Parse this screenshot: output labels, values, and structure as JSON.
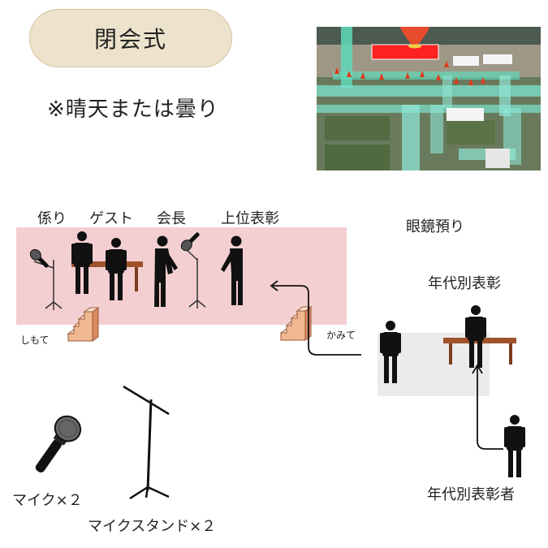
{
  "title": "閉会式",
  "weather_note": "※晴天または曇り",
  "roles": {
    "staff": "係り",
    "guest": "ゲスト",
    "chairman": "会長",
    "top_award": "上位表彰",
    "glasses_check": "眼鏡預り",
    "age_award": "年代別表彰",
    "age_awardee": "年代別表彰者"
  },
  "stage_sides": {
    "left": "しもて",
    "right": "かみて"
  },
  "equipment": {
    "mic": "マイク×２",
    "mic_stand": "マイクスタンド×２"
  },
  "colors": {
    "badge_bg": "#ede2cb",
    "stage_area": "#f4cfd2",
    "waiting_area": "#ebebeb",
    "table": "#a0522d",
    "stairs": "#e8a27a",
    "map_pin": "#e74c2c"
  }
}
